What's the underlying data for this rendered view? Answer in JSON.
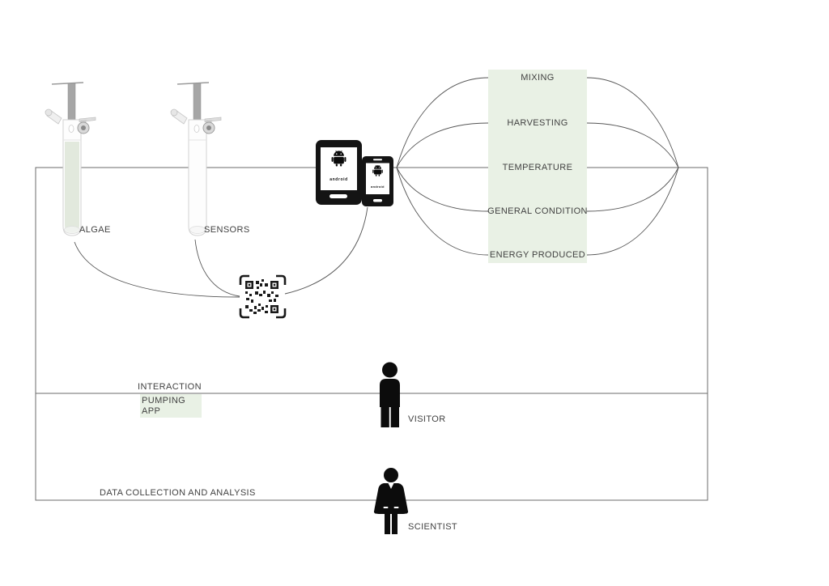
{
  "labels": {
    "algae": "ALGAE",
    "sensors": "SENSORS",
    "interaction": "INTERACTION",
    "pumping_line1": "PUMPING",
    "pumping_line2": "APP",
    "data_collection": "DATA COLLECTION AND ANALYSIS",
    "visitor": "VISITOR",
    "scientist": "SCIENTIST"
  },
  "parameters": [
    "MIXING",
    "HARVESTING",
    "TEMPERATURE",
    "GENERAL CONDITION",
    "ENERGY PRODUCED"
  ],
  "devices": {
    "tablet_brand": "android",
    "phone_brand": "android"
  },
  "colors": {
    "highlight_green": "#e9f1e5",
    "algae_green": "#e2e9dd",
    "line_gray": "#5a5a5a",
    "text_gray": "#414141",
    "figure_black": "#0c0c0c"
  }
}
